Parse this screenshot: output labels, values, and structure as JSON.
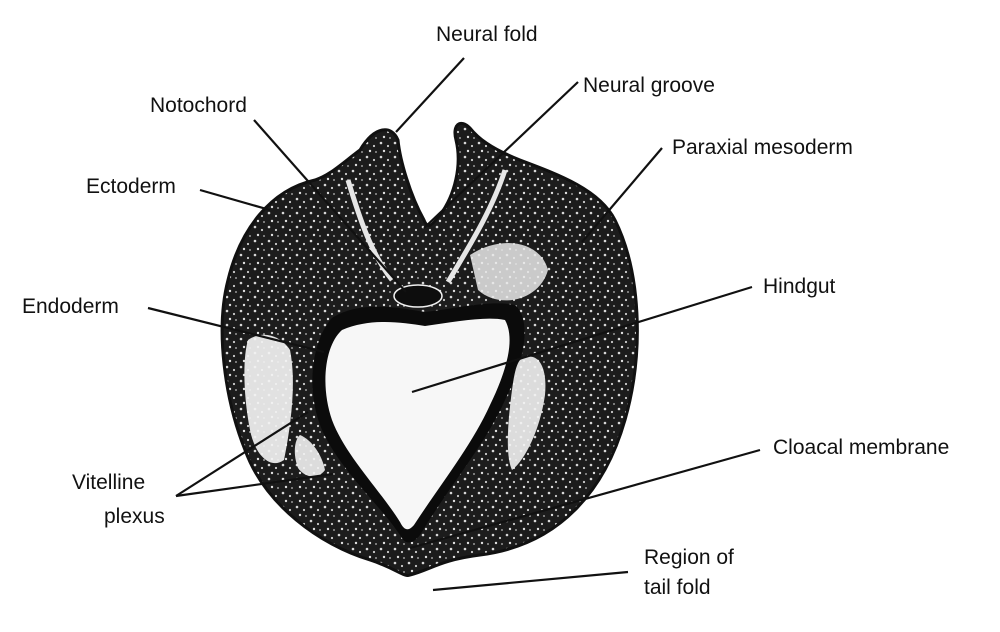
{
  "labels": {
    "neural_fold": "Neural fold",
    "neural_groove": "Neural groove",
    "notochord": "Notochord",
    "paraxial_mesoderm": "Paraxial mesoderm",
    "ectoderm": "Ectoderm",
    "hindgut": "Hindgut",
    "endoderm": "Endoderm",
    "cloacal_membrane": "Cloacal membrane",
    "vitelline_plexus_line1": "Vitelline",
    "vitelline_plexus_line2": "plexus",
    "region_of_tail_fold_line1": "Region of",
    "region_of_tail_fold_line2": "tail fold"
  },
  "colors": {
    "tissue": "#1a1a1a",
    "cavity": "#f7f7f7",
    "background": "#ffffff",
    "line": "#111111"
  }
}
